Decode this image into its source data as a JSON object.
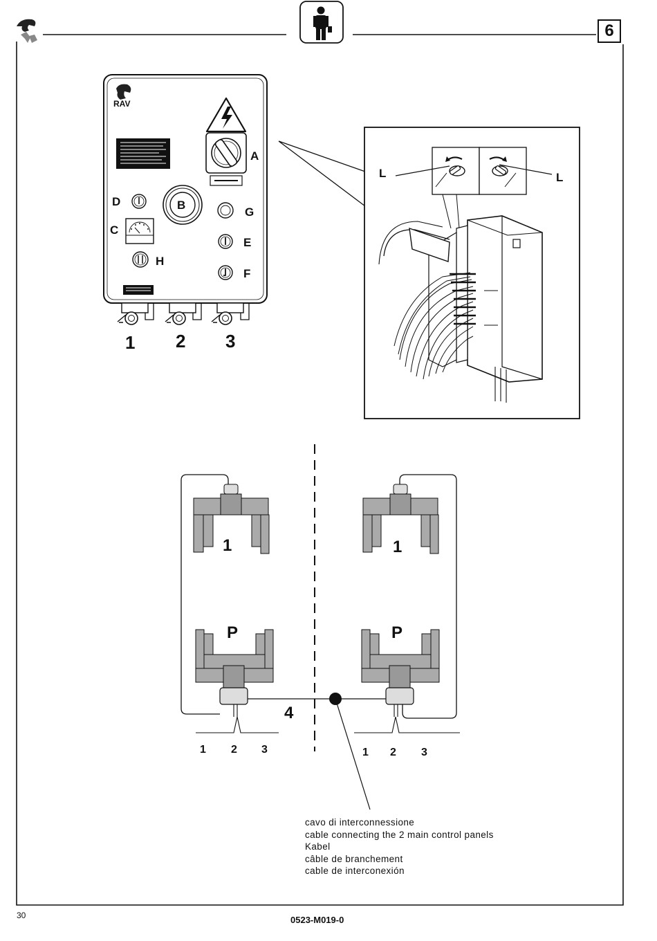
{
  "header": {
    "section_number": "6",
    "logo_icon": "rav-logo-icon",
    "operator_icon": "operator-person-icon"
  },
  "control_panel": {
    "brand": "RAV",
    "icons": [
      "high-voltage-warning-icon",
      "main-switch-icon"
    ],
    "labels": {
      "A": "A",
      "B": "B",
      "C": "C",
      "D": "D",
      "E": "E",
      "F": "F",
      "G": "G",
      "H": "H"
    },
    "connectors": [
      "1",
      "2",
      "3"
    ]
  },
  "detail": {
    "lever_left": "L",
    "lever_right": "L"
  },
  "schematic": {
    "left": {
      "unit_top": "1",
      "unit_bottom": "P",
      "terminals": [
        "1",
        "2",
        "3"
      ]
    },
    "right": {
      "unit_top": "1",
      "unit_bottom": "P",
      "terminals": [
        "1",
        "2",
        "3"
      ]
    },
    "cable_number": "4"
  },
  "caption": {
    "lines": [
      "cavo di interconnessione",
      "cable connecting the 2 main control panels",
      "Kabel",
      "câble de branchement",
      "cable de interconexión"
    ]
  },
  "footer": {
    "page_number": "30",
    "doc_code": "0523-M019-0"
  }
}
